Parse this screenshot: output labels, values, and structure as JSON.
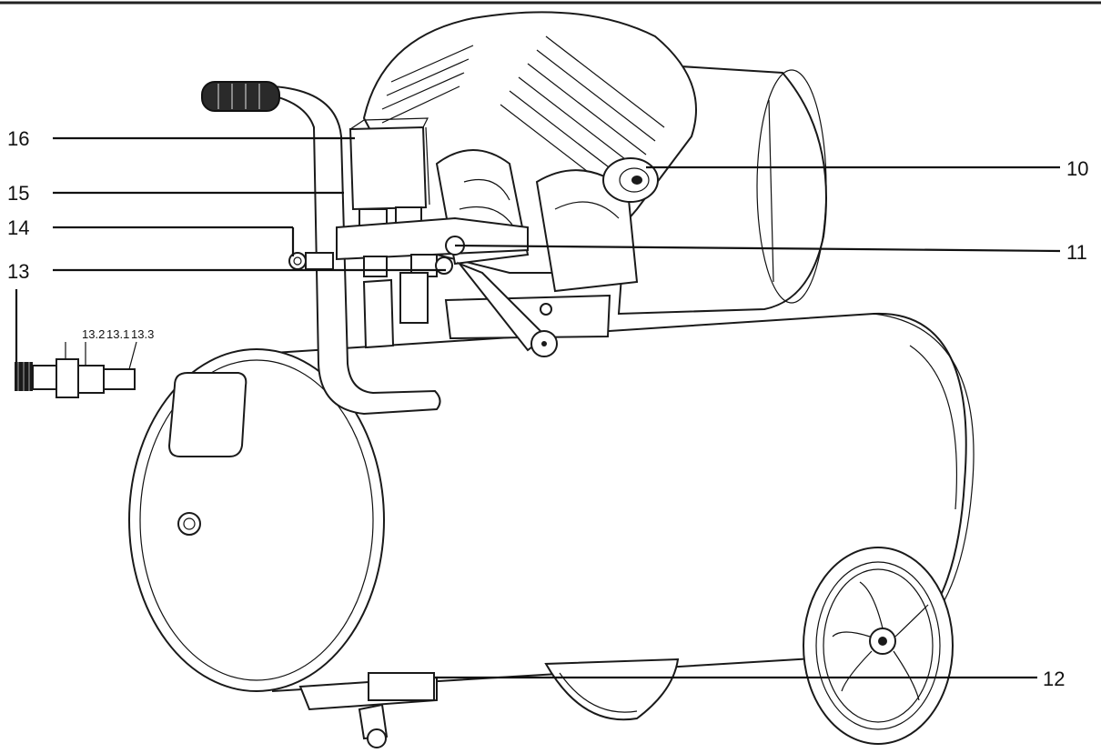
{
  "callouts": {
    "c10": "10",
    "c11": "11",
    "c12": "12",
    "c13a": "13",
    "c13b": "13",
    "c14": "14",
    "c15": "15",
    "c16": "16"
  },
  "sub_labels": {
    "s132": "13.2",
    "s131": "13.1",
    "s133": "13.3"
  }
}
